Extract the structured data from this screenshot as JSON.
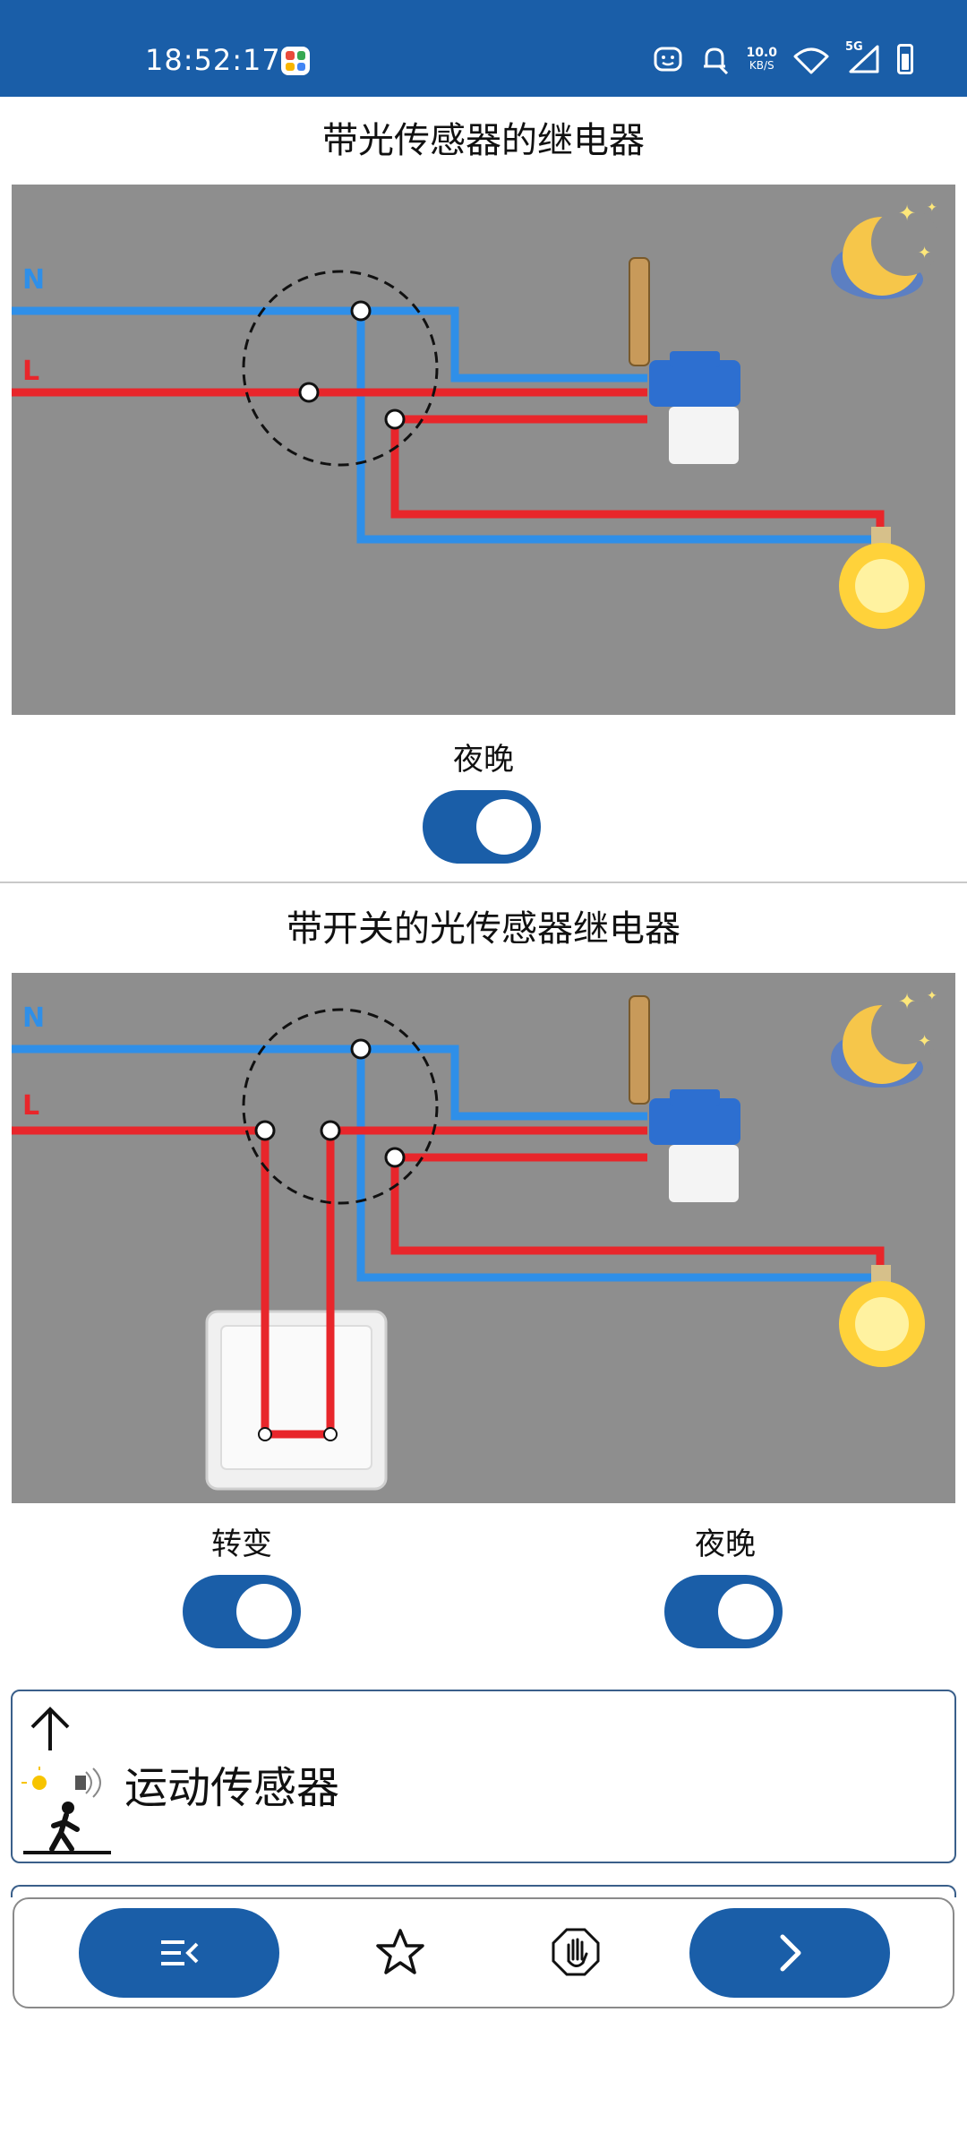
{
  "status_bar": {
    "time": "18:52:17",
    "net_speed_value": "10.0",
    "net_speed_unit": "KB/S",
    "signal_label": "5G"
  },
  "section1": {
    "title": "带光传感器的继电器",
    "diagram": {
      "neutral_label": "N",
      "live_label": "L"
    },
    "toggle_label": "夜晚",
    "toggle_on": true
  },
  "section2": {
    "title": "带开关的光传感器继电器",
    "diagram": {
      "neutral_label": "N",
      "live_label": "L"
    },
    "toggles": [
      {
        "label": "转变",
        "on": true
      },
      {
        "label": "夜晚",
        "on": true
      }
    ]
  },
  "motion_card": {
    "label": "运动传感器"
  },
  "colors": {
    "brand_blue": "#1a5ea8",
    "wire_neutral": "#2f8fe8",
    "wire_live": "#e8262b",
    "diagram_bg": "#8e8e8e"
  },
  "icons": {
    "menu": "menu-collapse-icon",
    "favorite": "star-icon",
    "stop": "hand-stop-icon",
    "next": "chevron-right-icon"
  }
}
